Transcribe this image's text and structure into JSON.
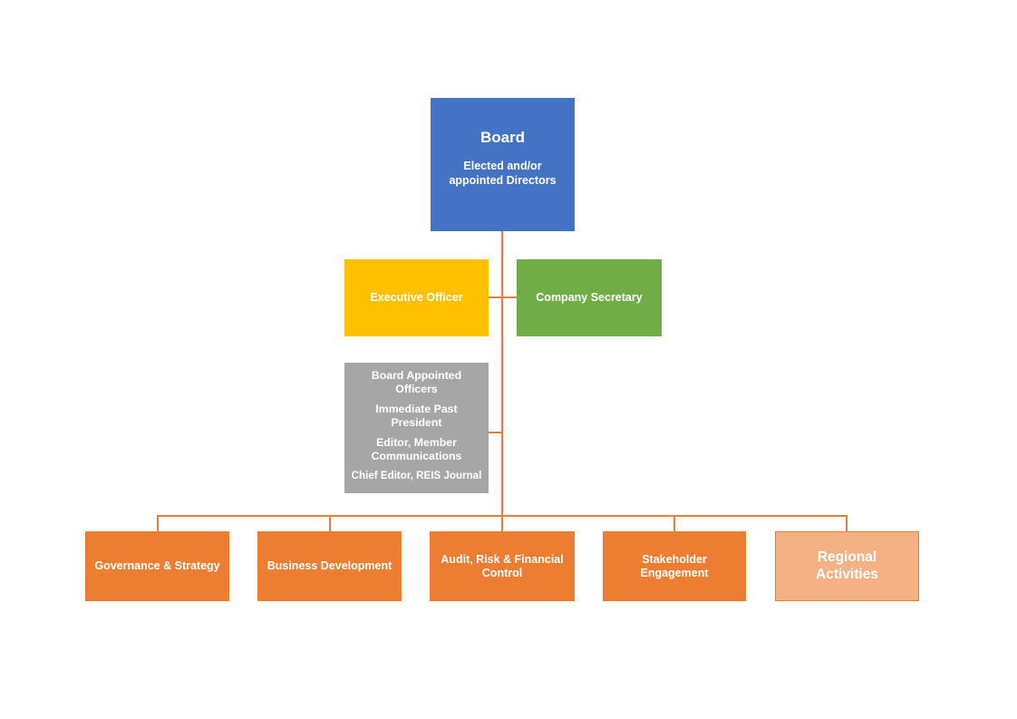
{
  "diagram": {
    "type": "organisational-chart",
    "accent_color": "#ED7D31",
    "nodes": {
      "board": {
        "title": "Board",
        "subtitle_line1": "Elected and/or",
        "subtitle_line2": "appointed Directors",
        "color": "#4472C4"
      },
      "executive_officer": {
        "label": "Executive Officer",
        "color": "#FFC000"
      },
      "company_secretary": {
        "label": "Company Secretary",
        "color": "#70AD47"
      },
      "board_appointed_officers": {
        "heading_line1": "Board Appointed",
        "heading_line2": "Officers",
        "item1_line1": "Immediate Past",
        "item1_line2": "President",
        "item2_line1": "Editor, Member",
        "item2_line2": "Communications",
        "item3": "Chief Editor, REIS Journal",
        "color": "#A6A6A6"
      },
      "committees": [
        {
          "label": "Governance & Strategy",
          "color": "#ED7D31"
        },
        {
          "label": "Business Development",
          "color": "#ED7D31"
        },
        {
          "label_line1": "Audit, Risk & Financial",
          "label_line2": "Control",
          "color": "#ED7D31"
        },
        {
          "label_line1": "Stakeholder",
          "label_line2": "Engagement",
          "color": "#ED7D31"
        },
        {
          "label_line1": "Regional",
          "label_line2": "Activities",
          "color": "#F4B183"
        }
      ]
    }
  }
}
